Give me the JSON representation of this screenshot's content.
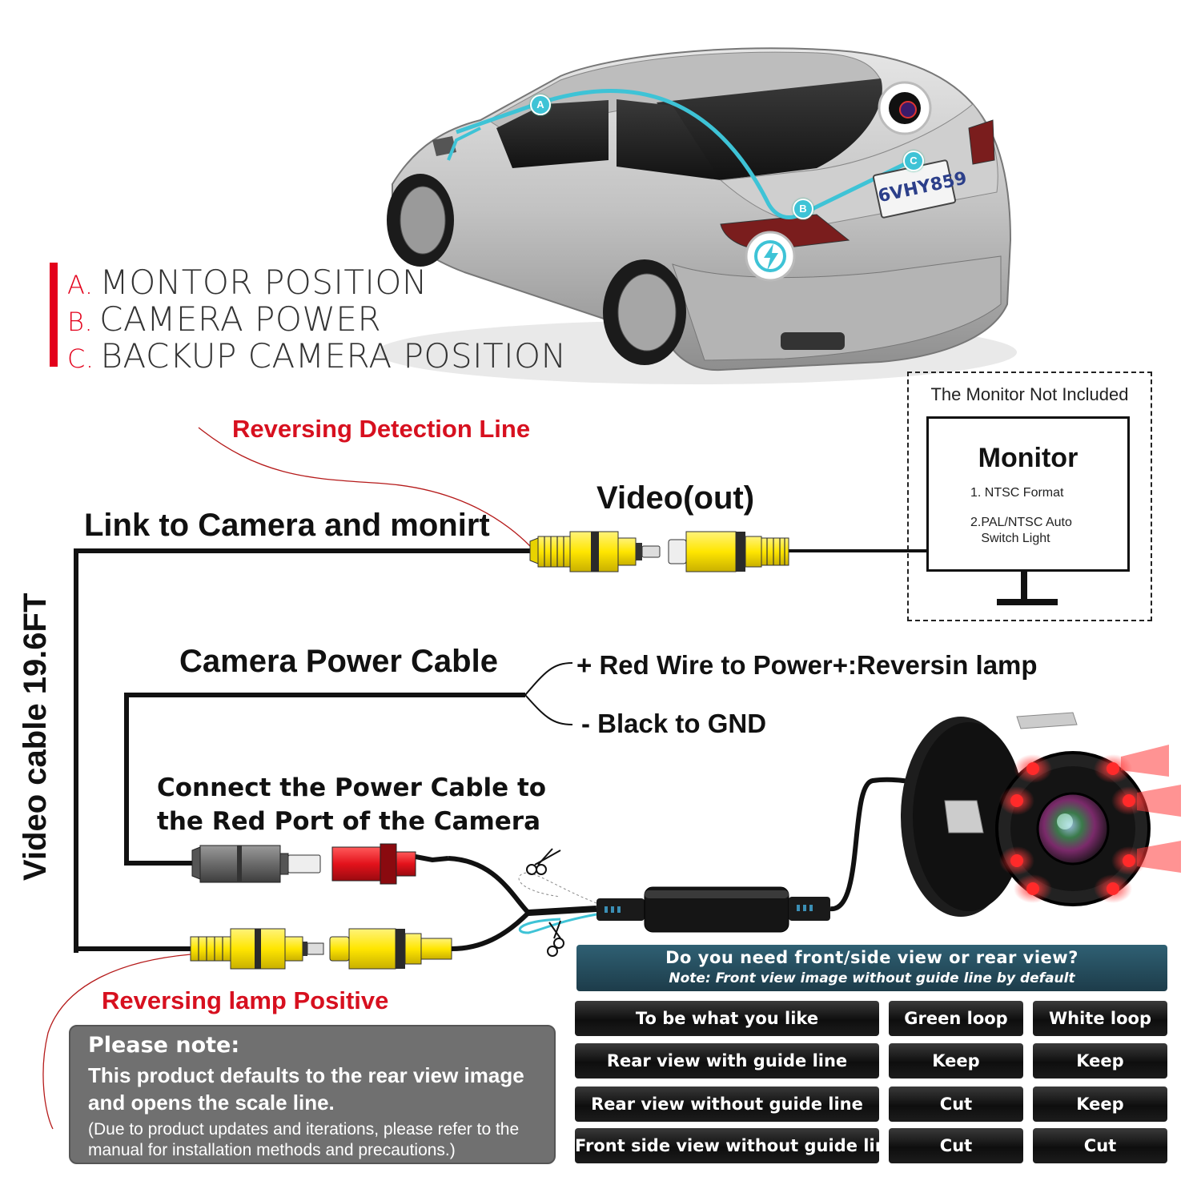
{
  "legend": {
    "items": [
      {
        "letter": "A.",
        "text": "MONTOR POSITION"
      },
      {
        "letter": "B.",
        "text": "CAMERA POWER"
      },
      {
        "letter": "C.",
        "text": "BACKUP CAMERA POSITION"
      }
    ]
  },
  "car": {
    "plate": "6VHY859",
    "pins": [
      "A",
      "B",
      "C"
    ]
  },
  "labels": {
    "reversing_detection": "Reversing Detection Line",
    "link_camera": "Link to Camera and monirt",
    "video_out": "Video(out)",
    "power_cable": "Camera Power Cable",
    "red_wire": "+ Red Wire to Power+:Reversin lamp",
    "black_wire": "- Black to GND",
    "connect_line1": "Connect the Power Cable to",
    "connect_line2": "the Red Port of the Camera",
    "reversing_lamp": "Reversing lamp Positive",
    "video_cable": "Video cable 19.6FT"
  },
  "monitor": {
    "note": "The Monitor Not Included",
    "title": "Monitor",
    "line1": "1. NTSC Format",
    "line2": "2.PAL/NTSC Auto\n   Switch Light"
  },
  "note": {
    "title": "Please note:",
    "body": "This product defaults to the rear view image and opens the scale line.",
    "small": "(Due to product updates and iterations, please refer to the manual for installation methods and precautions.)"
  },
  "question": {
    "title": "Do you need front/side view or rear view?",
    "note": "Note: Front view image without guide line by default"
  },
  "table": {
    "header": [
      "To be what you like",
      "Green loop",
      "White loop"
    ],
    "rows": [
      [
        "Rear view with guide line",
        "Keep",
        "Keep"
      ],
      [
        "Rear view without guide line",
        "Cut",
        "Keep"
      ],
      [
        "Front side view without guide line",
        "Cut",
        "Cut"
      ]
    ]
  },
  "colors": {
    "accent_red": "#d7101f",
    "rca_yellow": "#ffe600",
    "rca_red": "#e3121b",
    "cable_cyan": "#3ec3d6"
  }
}
